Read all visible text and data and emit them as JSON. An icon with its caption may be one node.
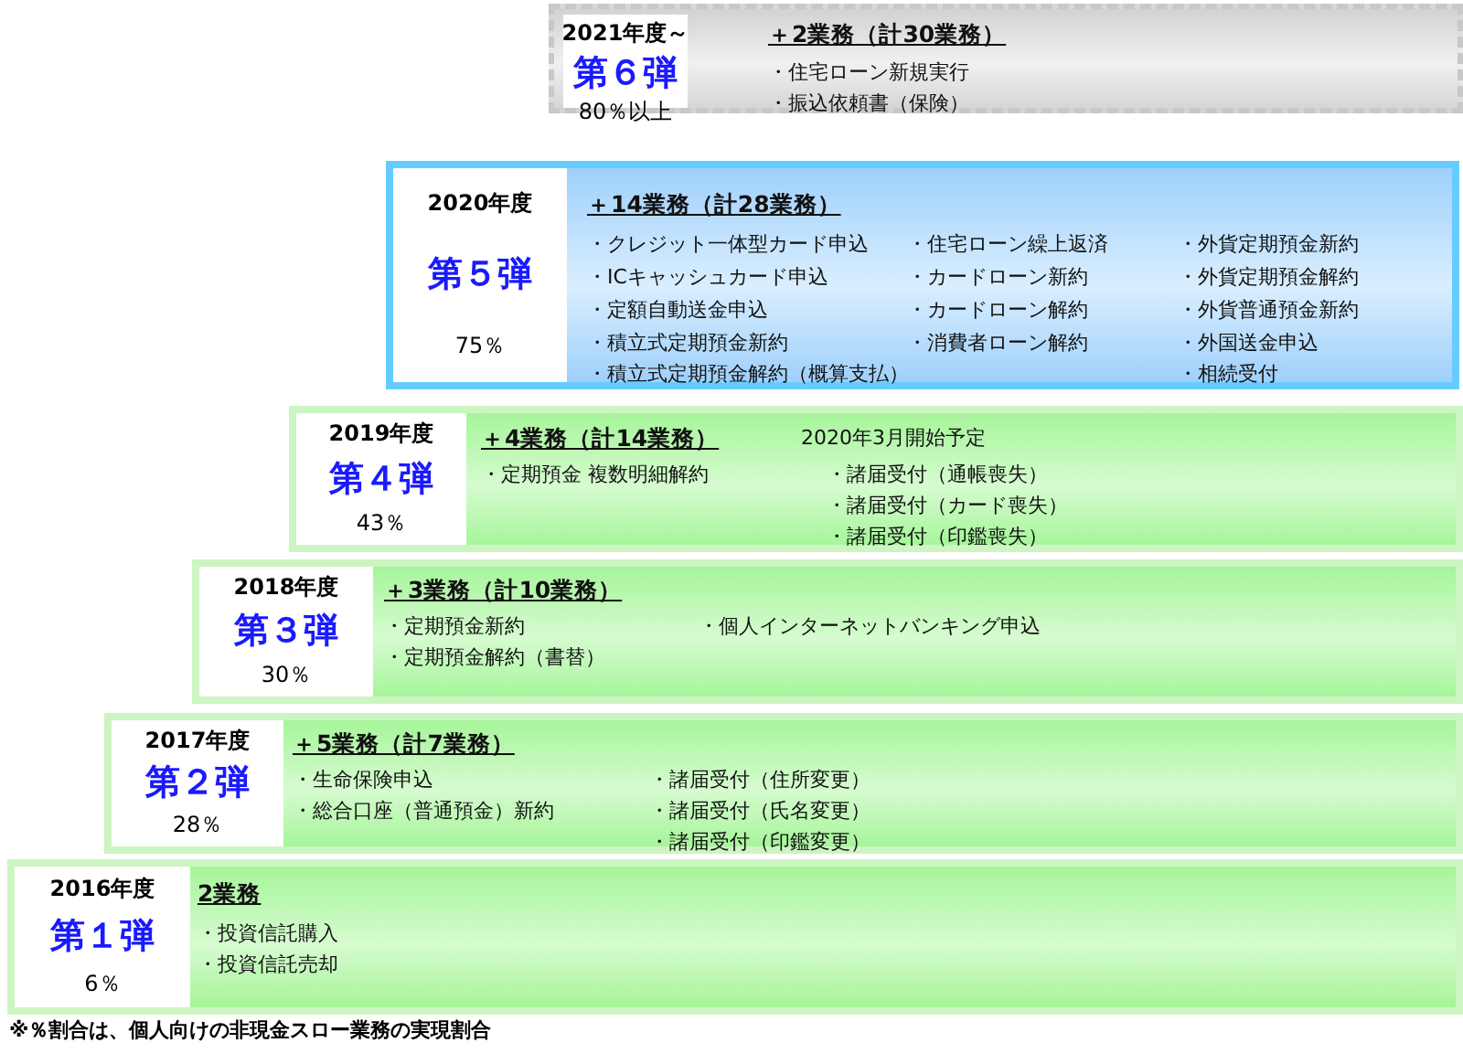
{
  "diagram": {
    "nodes": [
      {
        "text": [
          "＋2業務（計30業務）",
          "・住宅ローン新規実行",
          "・振込依頼書（保険）"
        ]
      },
      {
        "text": [
          "2021年度～",
          "第６弾",
          "80％以上"
        ],
        "in": 0
      },
      {
        "text": [
          "＋14業務（計28業務）",
          "・クレジット一体型カード申込",
          "・ICキャッシュカード申込",
          "・定額自動送金申込",
          "・積立式定期預金新約",
          "・積立式定期預金解約（概算支払）",
          "・住宅ローン繰上返済",
          "・カードローン新約",
          "・カードローン解約",
          "・消費者ローン解約",
          "・外貨定期預金新約",
          "・外貨定期預金解約",
          "・外貨普通預金新約",
          "・外国送金申込",
          "・相続受付"
        ]
      },
      {
        "text": [
          "2020年度",
          "第５弾",
          "75％"
        ],
        "in": 2
      },
      {
        "text": [
          "＋4業務（計14業務）",
          "・定期預金 複数明細解約",
          "2020年3月開始予定",
          "・諸届受付（通帳喪失）",
          "・諸届受付（カード喪失）",
          "・諸届受付（印鑑喪失）"
        ]
      },
      {
        "text": [
          "2019年度",
          "第４弾",
          "43％"
        ],
        "in": 4
      },
      {
        "text": [
          "＋3業務（計10業務）",
          "・定期預金新約",
          "・定期預金解約（書替）",
          "・個人インターネットバンキング申込"
        ]
      },
      {
        "text": [
          "2018年度",
          "第３弾",
          "30％"
        ],
        "in": 6
      },
      {
        "text": [
          "＋5業務（計7業務）",
          "・生命保険申込",
          "・総合口座（普通預金）新約",
          "・諸届受付（住所変更）",
          "・諸届受付（氏名変更）",
          "・諸届受付（印鑑変更）"
        ]
      },
      {
        "text": [
          "2017年度",
          "第２弾",
          "28％"
        ],
        "in": 8
      },
      {
        "text": [
          "2業務",
          "・投資信託購入",
          "・投資信託売却"
        ]
      },
      {
        "text": [
          "2016年度",
          "第１弾",
          "6％"
        ],
        "in": 10
      }
    ],
    "labels": [
      "※％割合は、個人向けの非現金スロー業務の実現割合"
    ]
  }
}
